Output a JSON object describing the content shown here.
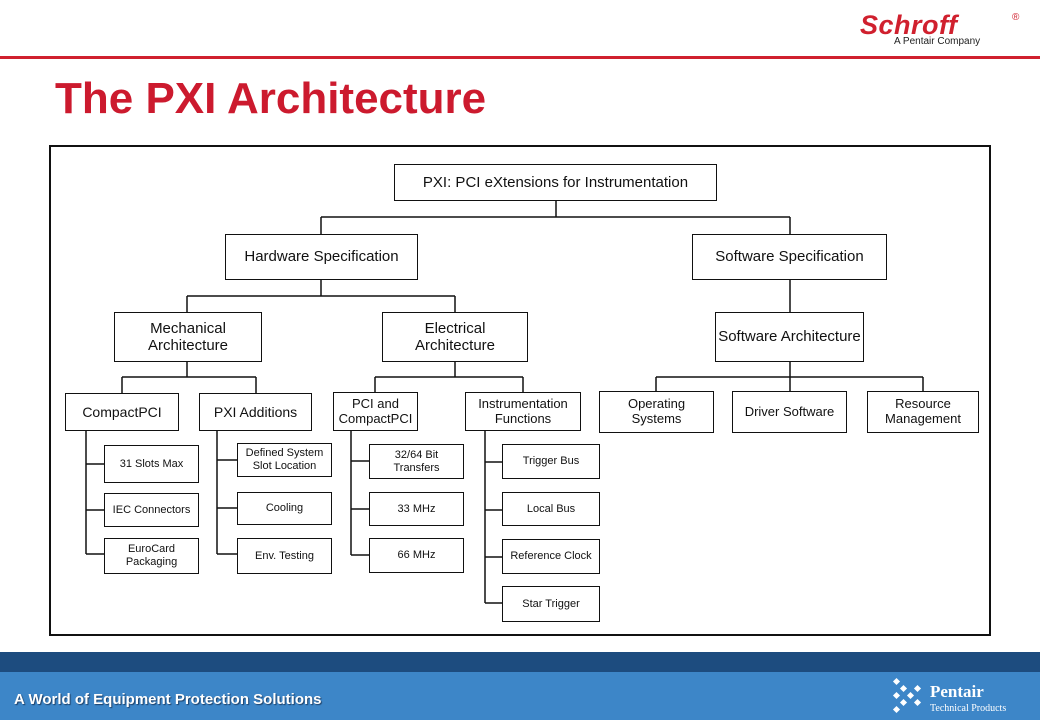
{
  "brand": {
    "name": "Schroff",
    "registered_mark": "®",
    "subtitle": "A Pentair Company"
  },
  "slide_title": "The PXI Architecture",
  "diagram": {
    "root": "PXI: PCI eXtensions for Instrumentation",
    "hardware_spec": "Hardware Specification",
    "software_spec": "Software Specification",
    "mechanical": "Mechanical Architecture",
    "electrical": "Electrical Architecture",
    "software_arch": "Software Architecture",
    "compactpci": "CompactPCI",
    "pxi_additions": "PXI Additions",
    "pci_compactpci": "PCI and CompactPCI",
    "instrumentation": "Instrumentation Functions",
    "operating_systems": "Operating Systems",
    "driver_software": "Driver Software",
    "resource_management": "Resource Management",
    "compactpci_items": [
      "31 Slots Max",
      "IEC Connectors",
      "EuroCard Packaging"
    ],
    "pxi_additions_items": [
      "Defined System Slot Location",
      "Cooling",
      "Env. Testing"
    ],
    "pci_items": [
      "32/64 Bit Transfers",
      "33 MHz",
      "66 MHz"
    ],
    "instrumentation_items": [
      "Trigger Bus",
      "Local Bus",
      "Reference Clock",
      "Star Trigger"
    ]
  },
  "footer": {
    "tagline": "A World of Equipment Protection Solutions",
    "company": "Pentair",
    "company_sub": "Technical Products"
  },
  "colors": {
    "brand_red": "#cc1a2e",
    "footer_blue": "#3d86c8",
    "footer_dark_blue": "#1d4c7f"
  }
}
